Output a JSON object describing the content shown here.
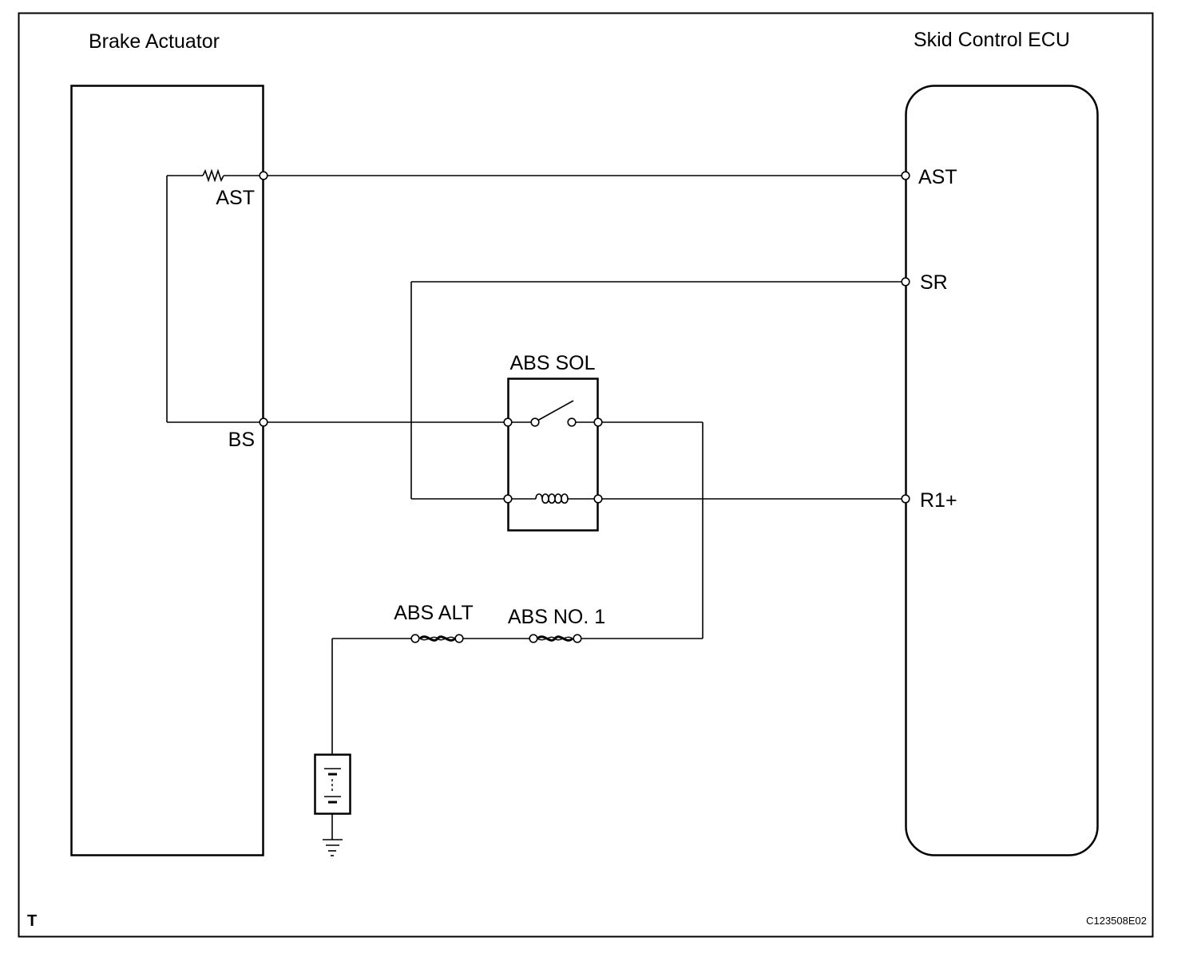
{
  "components": {
    "actuator": {
      "title": "Brake Actuator",
      "terminals": {
        "ast": "AST",
        "bs": "BS"
      }
    },
    "ecu": {
      "title": "Skid Control ECU",
      "terminals": {
        "ast": "AST",
        "sr": "SR",
        "r1": "R1+"
      }
    },
    "relay": {
      "title": "ABS SOL"
    },
    "fuses": {
      "alt": "ABS ALT",
      "no1": "ABS NO. 1"
    }
  },
  "footer": {
    "left_mark": "T",
    "figure_code": "C123508E02"
  }
}
